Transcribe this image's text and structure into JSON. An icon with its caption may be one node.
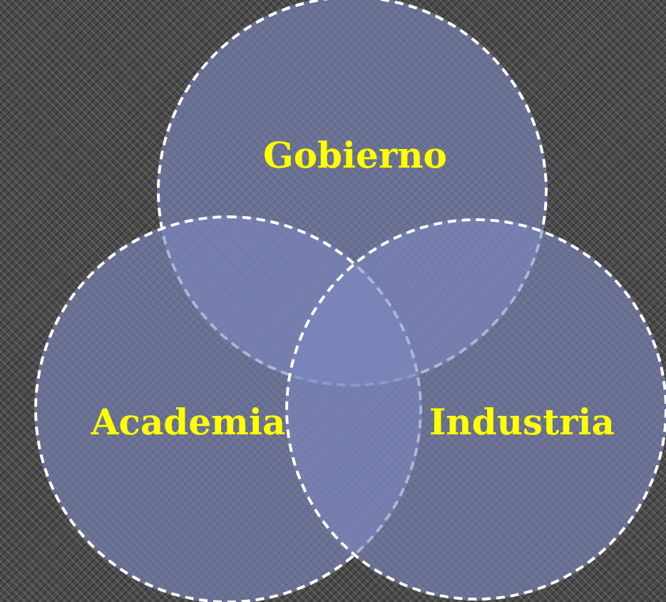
{
  "diagram": {
    "nodes": [
      {
        "text": [
          "Gobierno"
        ]
      },
      {
        "text": [
          "Academia"
        ]
      },
      {
        "text": [
          "Industria"
        ]
      }
    ]
  }
}
